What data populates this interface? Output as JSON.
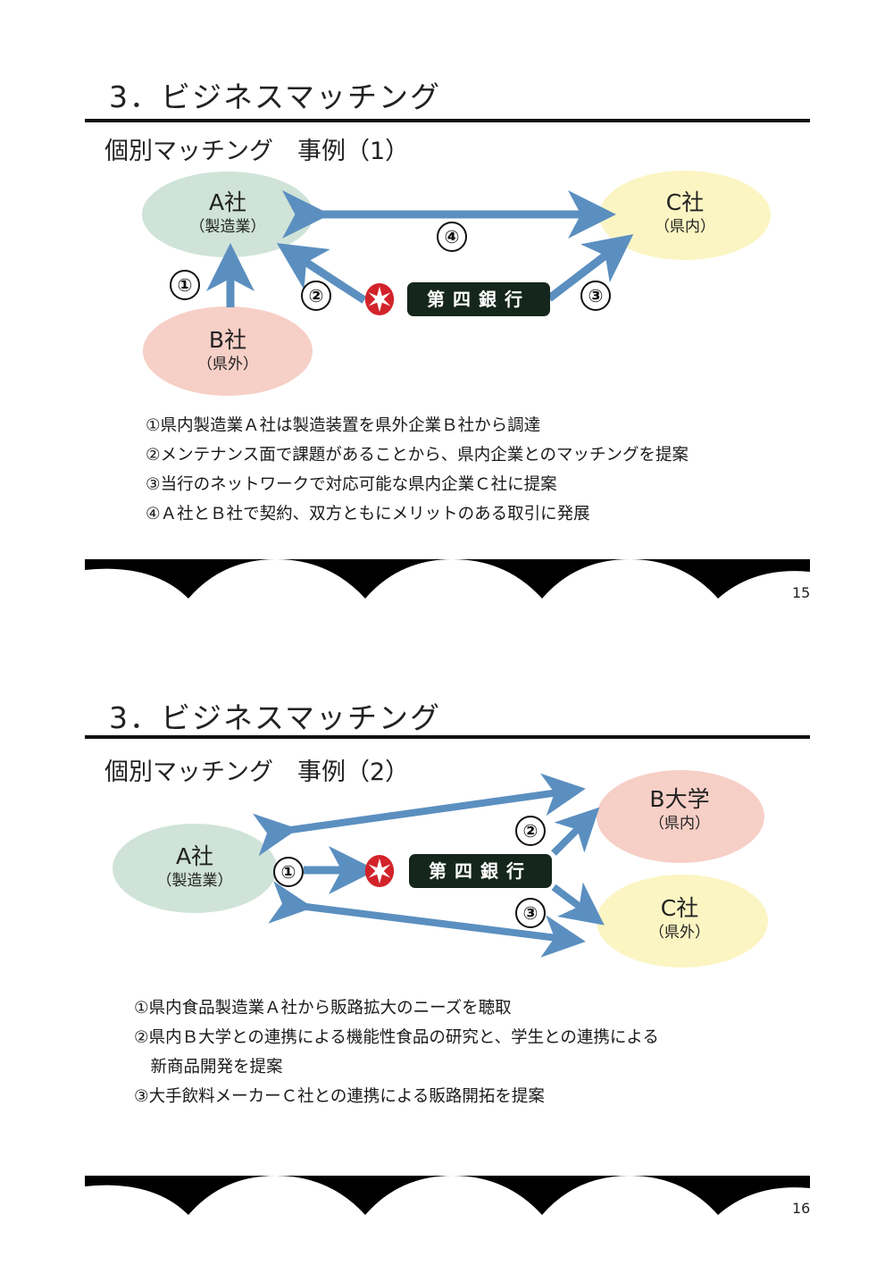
{
  "pages": [
    {
      "page_number": "15",
      "section_title": "3．ビジネスマッチング",
      "case_title": "個別マッチング　事例（1）",
      "nodes": {
        "a": {
          "name": "A社",
          "sub": "（製造業）",
          "color": "#cfe3d8"
        },
        "b": {
          "name": "B社",
          "sub": "（県外）",
          "color": "#f6cfc6"
        },
        "c": {
          "name": "C社",
          "sub": "（県内）",
          "color": "#fbf5c3"
        }
      },
      "bank_name": "第四銀行",
      "step_labels": [
        "①",
        "②",
        "③",
        "④"
      ],
      "descriptions": [
        "①県内製造業Ａ社は製造装置を県外企業Ｂ社から調達",
        "②メンテナンス面で課題があることから、県内企業とのマッチングを提案",
        "③当行のネットワークで対応可能な県内企業Ｃ社に提案",
        "④Ａ社とＢ社で契約、双方ともにメリットのある取引に発展"
      ]
    },
    {
      "page_number": "16",
      "section_title": "3．ビジネスマッチング",
      "case_title": "個別マッチング　事例（2）",
      "nodes": {
        "a": {
          "name": "A社",
          "sub": "（製造業）",
          "color": "#cfe3d8"
        },
        "b": {
          "name": "B大学",
          "sub": "（県内）",
          "color": "#f6cfc6"
        },
        "c": {
          "name": "C社",
          "sub": "（県外）",
          "color": "#fbf5c3"
        }
      },
      "bank_name": "第四銀行",
      "step_labels": [
        "①",
        "②",
        "③"
      ],
      "descriptions": [
        "①県内食品製造業Ａ社から販路拡大のニーズを聴取",
        "②県内Ｂ大学との連携による機能性食品の研究と、学生との連携による",
        "　新商品開発を提案",
        "③大手飲料メーカーＣ社との連携による販路開拓を提案"
      ]
    }
  ],
  "colors": {
    "arrow": "#5b8fc0",
    "bank_bg": "#15261c",
    "logo_red": "#d2232a"
  }
}
